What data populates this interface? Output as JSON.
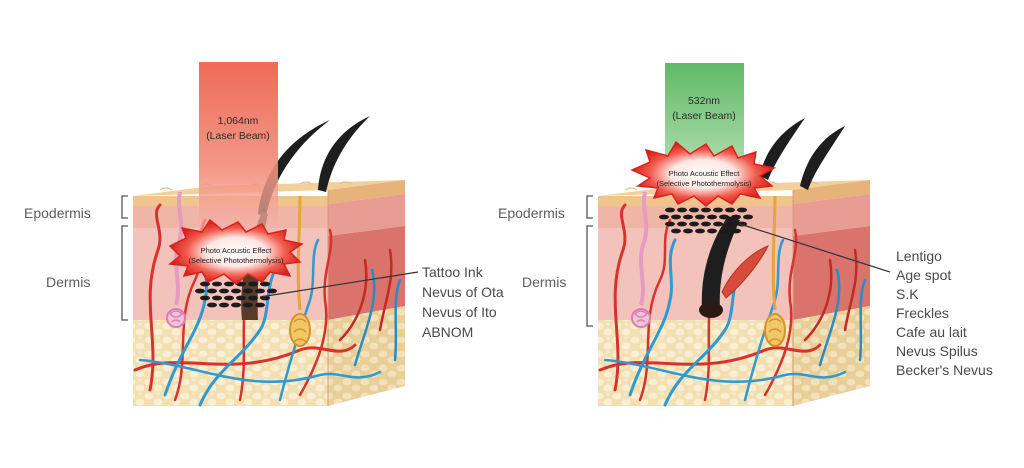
{
  "colors": {
    "beam_red": "#f06a55",
    "beam_green": "#6cc06f",
    "burst_red": "#e8241f",
    "skin_top": "#f3cf9c",
    "epidermis": "#efb6a8",
    "dermis": "#f2c2bb",
    "fat": "#f4e3b8",
    "artery": "#d8322c",
    "vein": "#2f9ad2",
    "nerve": "#e6a43a",
    "gland": "#e79ac4",
    "text": "#5e5e5e"
  },
  "left": {
    "beam": {
      "wavelength": "1,064nm",
      "label": "(Laser Beam)"
    },
    "effect": {
      "title": "Photo Acoustic Effect",
      "subtitle": "(Selective Photothermolysis)"
    },
    "layers": {
      "epidermis": "Epodermis",
      "dermis": "Dermis"
    },
    "conditions": [
      "Tattoo Ink",
      "Nevus of Ota",
      "Nevus of Ito",
      "ABNOM"
    ]
  },
  "right": {
    "beam": {
      "wavelength": "532nm",
      "label": "(Laser Beam)"
    },
    "effect": {
      "title": "Photo Acoustic Effect",
      "subtitle": "(Selective Photothermolysis)"
    },
    "layers": {
      "epidermis": "Epodermis",
      "dermis": "Dermis"
    },
    "conditions": [
      "Lentigo",
      "Age spot",
      "S.K",
      "Freckles",
      "Cafe au lait",
      "Nevus Spilus",
      "Becker's Nevus"
    ]
  }
}
